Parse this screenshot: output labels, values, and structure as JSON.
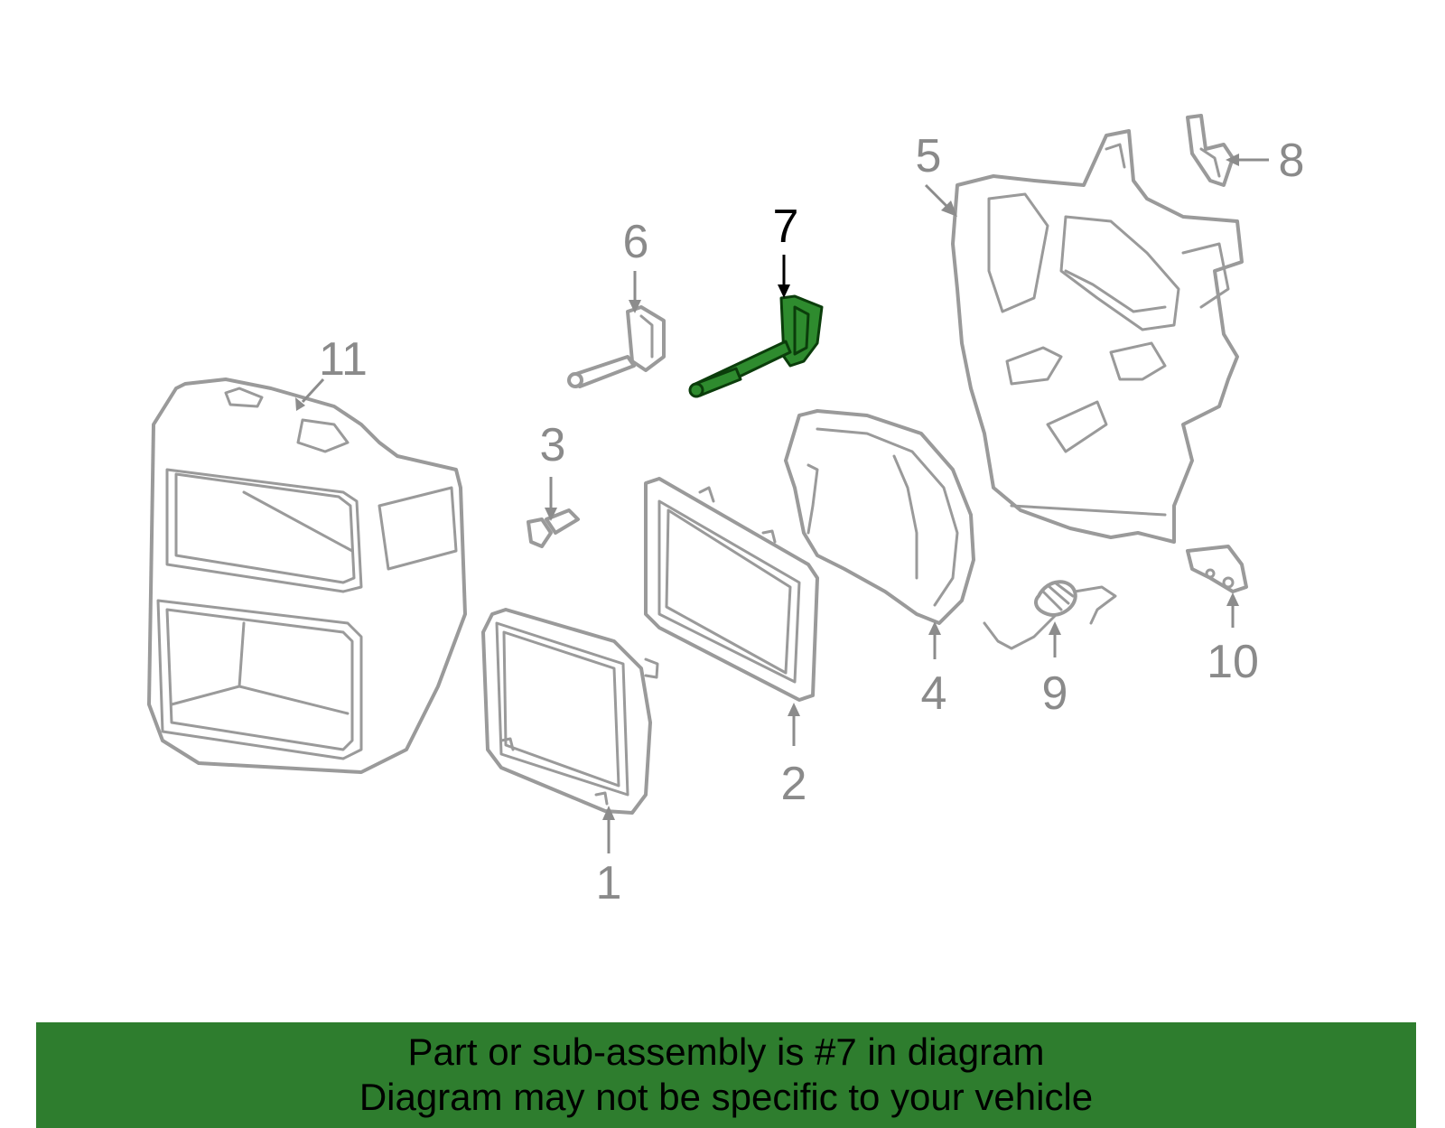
{
  "callouts": [
    "1",
    "2",
    "3",
    "4",
    "5",
    "6",
    "7",
    "8",
    "9",
    "10",
    "11"
  ],
  "highlighted_part": "7",
  "highlight_color": "#2e7d2e",
  "banner": {
    "line1": "Part or sub-assembly is #7 in diagram",
    "line2": "Diagram may not be specific to your vehicle"
  }
}
